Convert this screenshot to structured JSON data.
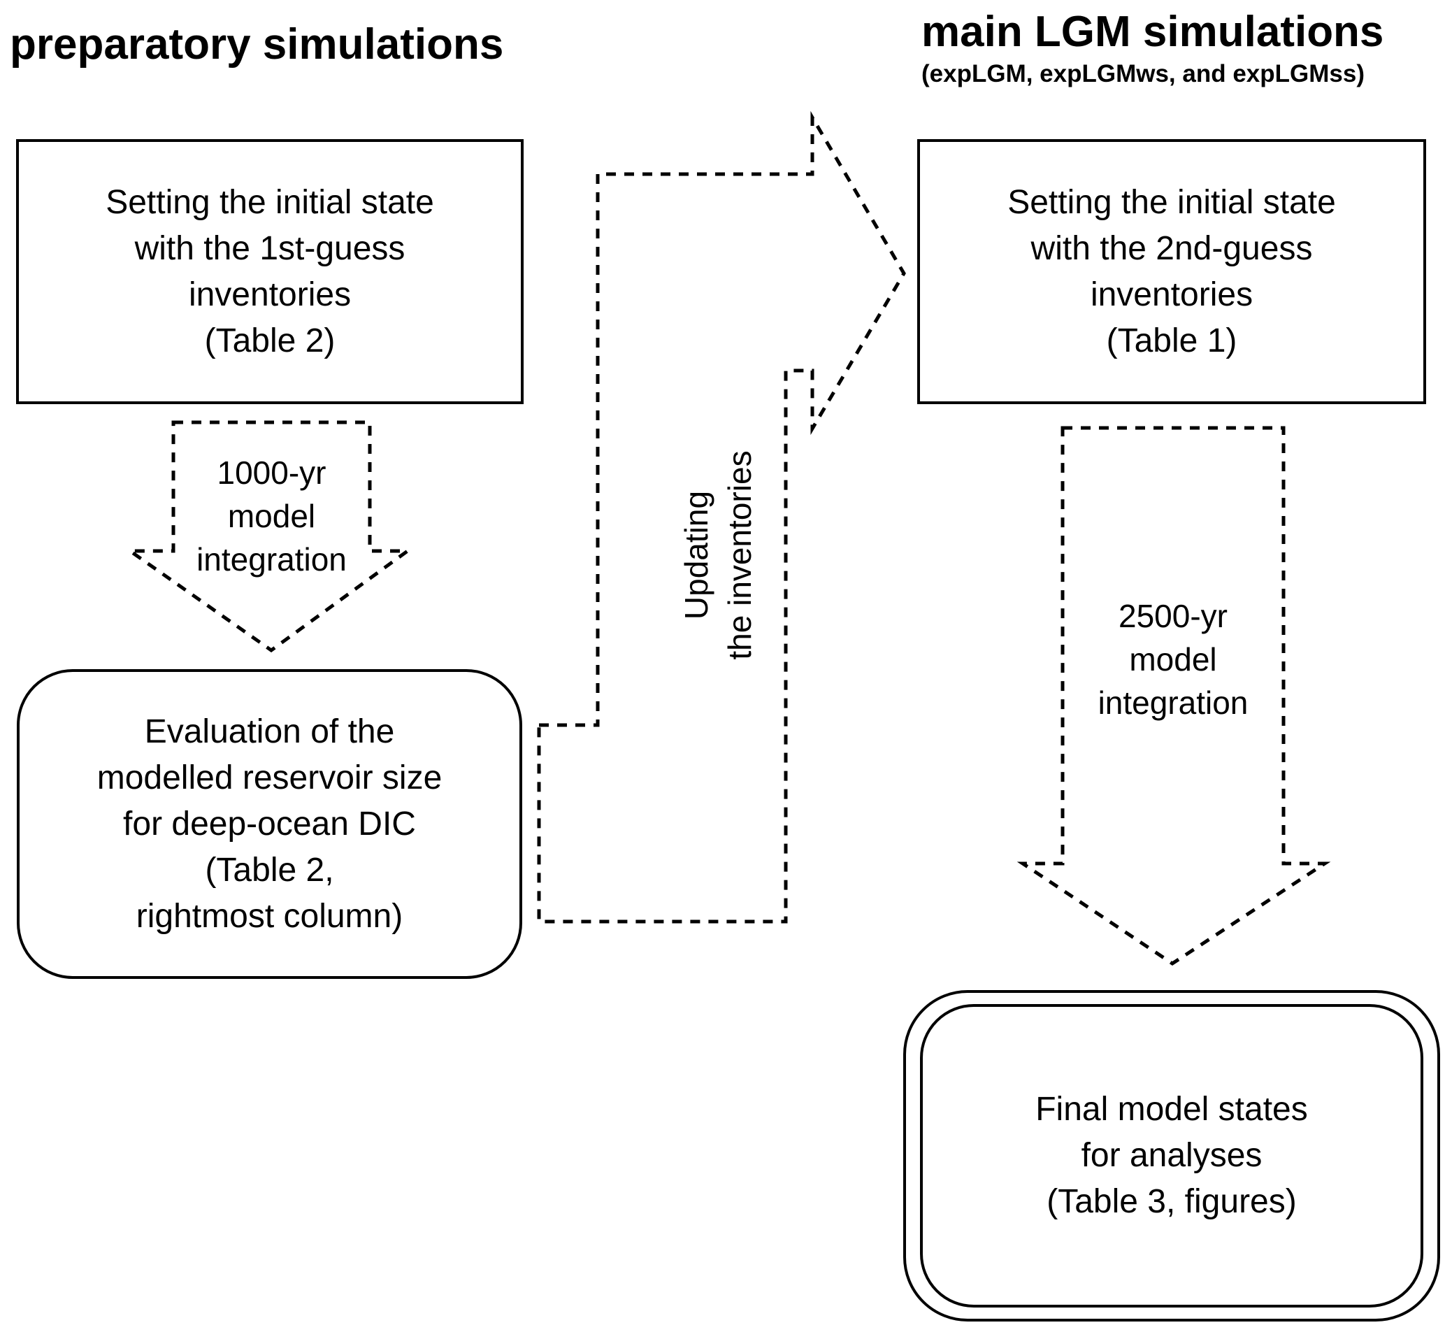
{
  "headings": {
    "left": "preparatory simulations",
    "right": "main LGM simulations",
    "right_subtitle": "(expLGM, expLGMws, and expLGMss)"
  },
  "nodes": {
    "initial_state_first": "Setting the initial state\nwith the 1st-guess\ninventories\n(Table 2)",
    "evaluation": "Evaluation of the\nmodelled reservoir size\nfor deep-ocean DIC\n(Table 2,\nrightmost column)",
    "initial_state_second": "Setting the initial state\nwith the 2nd-guess\ninventories\n(Table 1)",
    "final_states": "Final model states\nfor analyses\n(Table 3, figures)"
  },
  "arrows": {
    "integration_1000": "1000-yr\nmodel\nintegration",
    "updating": "Updating\nthe inventories",
    "integration_2500": "2500-yr\nmodel\nintegration"
  }
}
